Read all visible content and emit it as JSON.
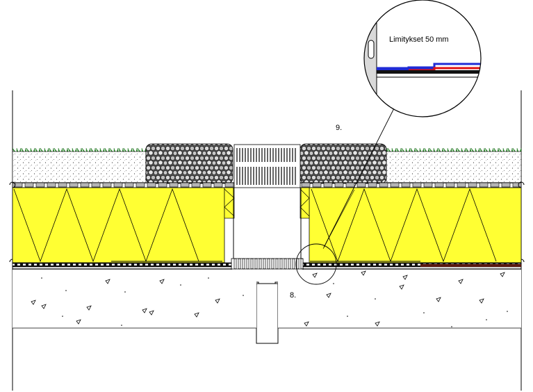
{
  "callout": {
    "text": "Limitykset 50 mm"
  },
  "labels": {
    "nine": "9.",
    "eight": "8."
  },
  "colors": {
    "insulation": "#ffff33",
    "grass": "#2e9e2e",
    "membrane_top": "#1f2bd6",
    "membrane_red": "#e01010"
  }
}
